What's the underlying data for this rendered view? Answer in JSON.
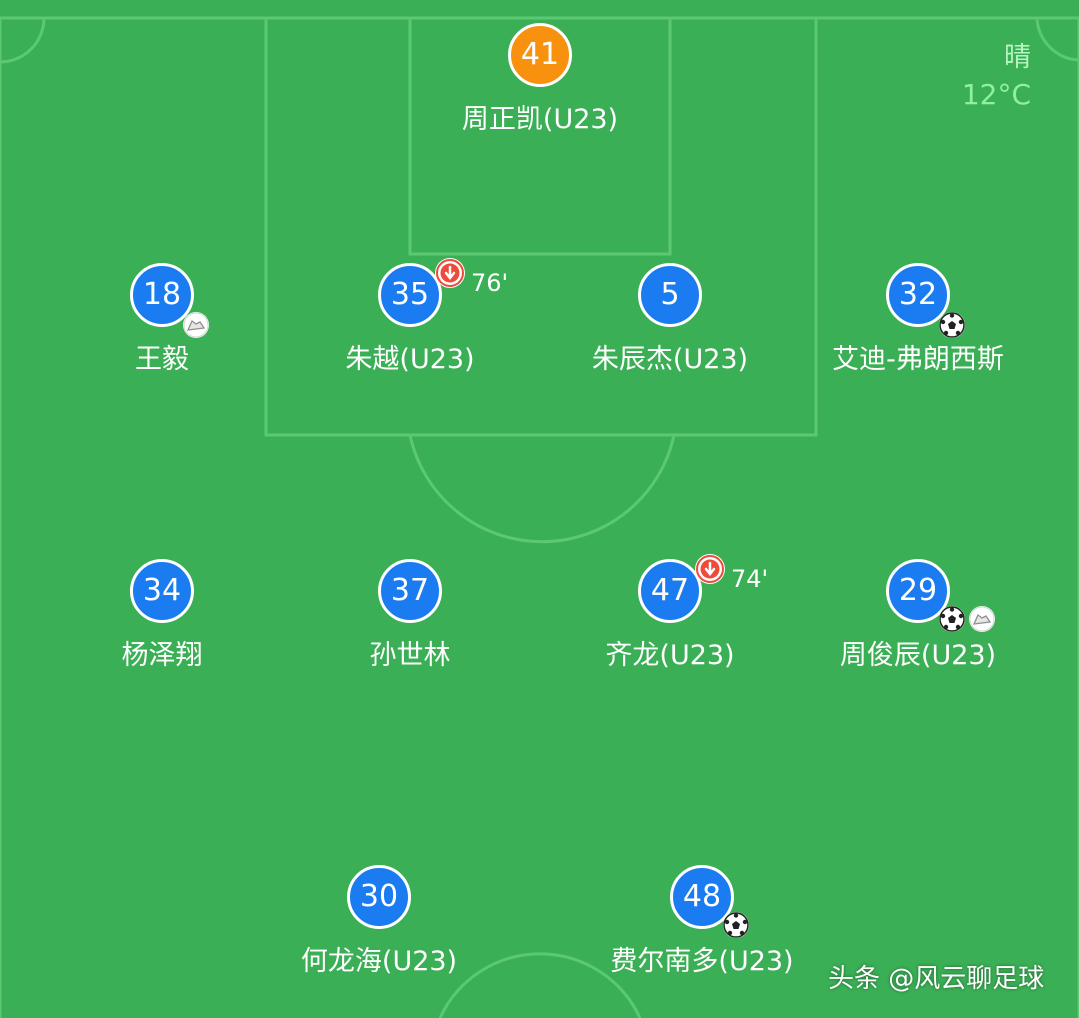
{
  "weather": {
    "condition": "晴",
    "temperature": "12°C"
  },
  "players": [
    {
      "number": "41",
      "name": "周正凯(U23)",
      "role": "goalkeeper"
    },
    {
      "number": "18",
      "name": "王毅",
      "events": [
        "assist-boot-icon"
      ]
    },
    {
      "number": "35",
      "name": "朱越(U23)",
      "sub_off": "76'"
    },
    {
      "number": "5",
      "name": "朱辰杰(U23)"
    },
    {
      "number": "32",
      "name": "艾迪-弗朗西斯",
      "events": [
        "goal-ball-icon"
      ]
    },
    {
      "number": "34",
      "name": "杨泽翔"
    },
    {
      "number": "37",
      "name": "孙世林"
    },
    {
      "number": "47",
      "name": "齐龙(U23)",
      "sub_off": "74'"
    },
    {
      "number": "29",
      "name": "周俊辰(U23)",
      "events": [
        "goal-ball-icon",
        "assist-boot-icon"
      ]
    },
    {
      "number": "30",
      "name": "何龙海(U23)"
    },
    {
      "number": "48",
      "name": "费尔南多(U23)",
      "events": [
        "goal-ball-icon"
      ]
    }
  ],
  "watermark": "头条 @风云聊足球",
  "colors": {
    "pitch": "#3aaf55",
    "pitch_lines": "#5cc874",
    "player_circle": "#1a7cf0",
    "goalkeeper_circle": "#f8920e",
    "sub_arrow": "#ef4a3a",
    "weather_text": "#8ff0a4"
  }
}
